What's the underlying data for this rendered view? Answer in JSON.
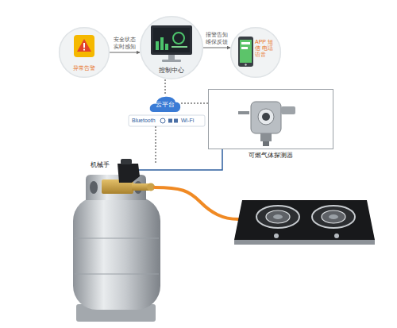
{
  "diagram": {
    "nodes": [
      {
        "text": [
          "异常告警"
        ]
      },
      {
        "text": [
          "控制中心"
        ]
      },
      {
        "text": [
          "APP 短信 电话 语音"
        ]
      },
      {
        "text": [
          "云平台"
        ]
      },
      {
        "text": [
          "可燃气体探测器"
        ]
      }
    ],
    "edges": [
      {
        "from": 0,
        "to": 1,
        "arrow": "to",
        "label": "安全状态 实时感知"
      },
      {
        "from": 1,
        "to": 2,
        "arrow": "to",
        "label": "报警告知 维保反馈"
      },
      {
        "from": 1,
        "to": 3,
        "arrow": "none"
      },
      {
        "from": 3,
        "to": 4,
        "arrow": "none"
      }
    ],
    "labels": [
      "机械手",
      "Bluetooth",
      "Wi-Fi"
    ]
  }
}
